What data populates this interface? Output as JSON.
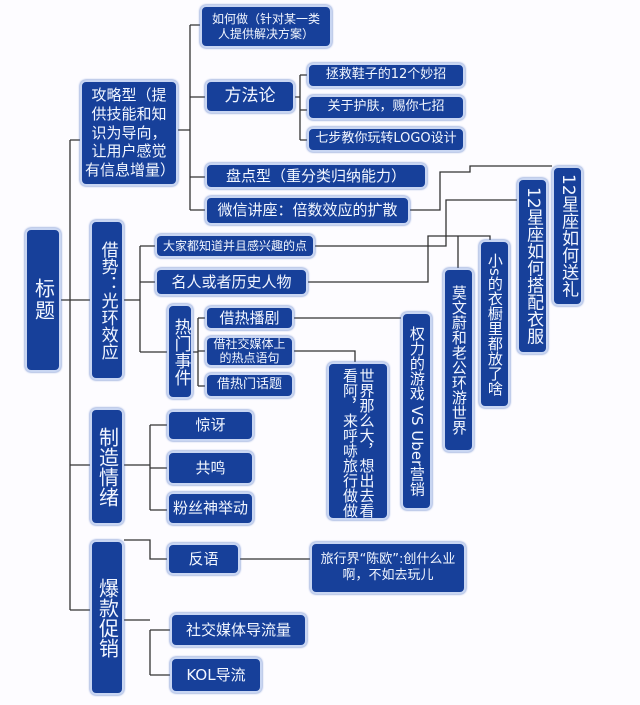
{
  "root": "标题",
  "branches": {
    "strategy": {
      "label": "攻略型（提供技能和知识为导向，让用户感觉有信息增量）",
      "how_to": "如何做（针对某一类人提供解决方案）",
      "methodology": "方法论",
      "methodology_examples": [
        "拯救鞋子的12个妙招",
        "关于护肤，赐你七招",
        "七步教你玩转LOGO设计"
      ],
      "inventory": "盘点型（重分类归纳能力）",
      "wechat_lecture": "微信讲座：倍数效应的扩散"
    },
    "momentum": {
      "label": "借势：光环效应",
      "known_points": "大家都知道并且感兴趣的点",
      "celebrities": "名人或者历史人物",
      "hot_events": "热门事件",
      "hot_event_items": [
        "借热播剧",
        "借社交媒体上的热点语句",
        "借热门话题"
      ],
      "examples": [
        "世界那么大，想出去看看阿，来呼哧旅行做做",
        "权力的游戏 VS Uber营销",
        "莫文蔚和老公环游世界",
        "小s的衣橱里都放了啥",
        "12星座如何搭配衣服",
        "12星座如何送礼"
      ]
    },
    "emotion": {
      "label": "制造情绪",
      "items": [
        "惊讶",
        "共鸣",
        "粉丝神举动",
        "反语"
      ],
      "irony_example": "旅行界“陈欧”:创什么业啊，不如去玩儿"
    },
    "promotion": {
      "label": "爆款促销",
      "items": [
        "社交媒体导流量",
        "KOL导流"
      ]
    }
  },
  "colors": {
    "box": "#17409a",
    "line": "#333333"
  }
}
